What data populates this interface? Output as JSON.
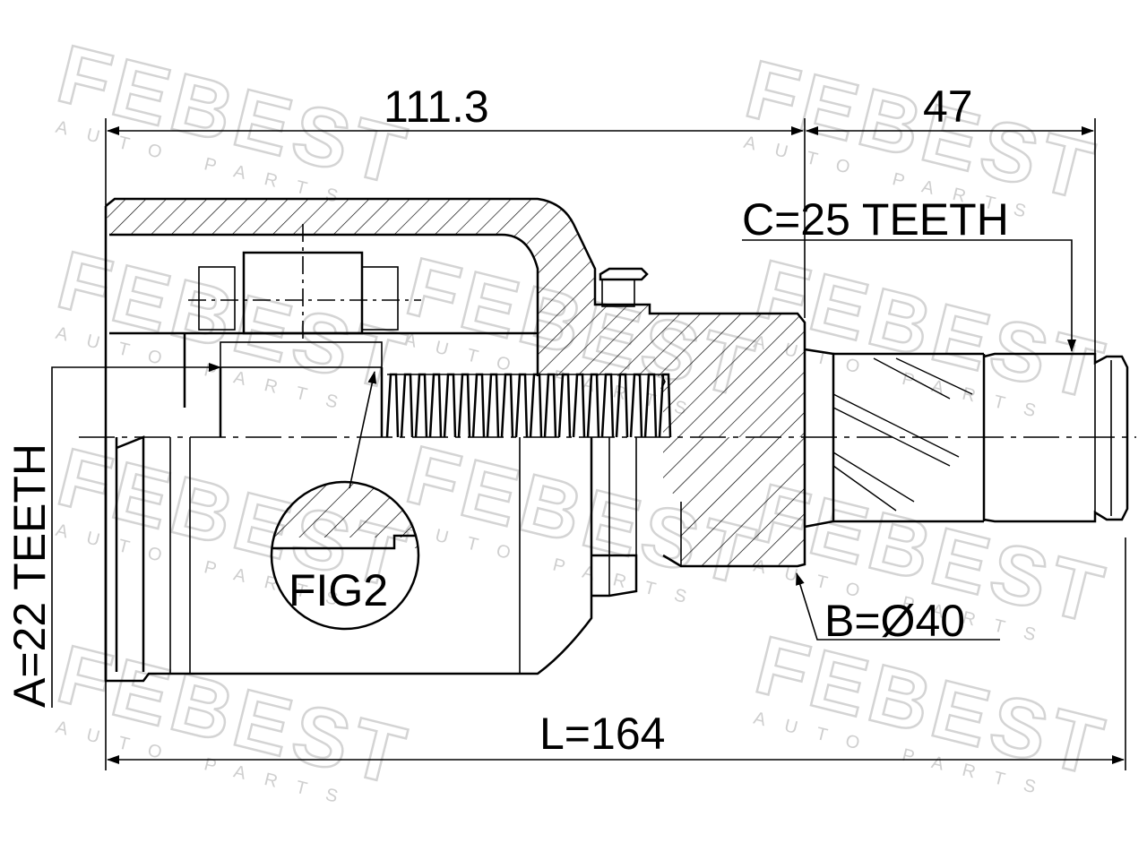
{
  "watermark": {
    "brand": "FEBEST",
    "tagline": "AUTO PARTS"
  },
  "dimensions": {
    "top_left_length": "111.3",
    "top_right_length": "47",
    "overall_length": "L=164",
    "outer_spline": "C=25 TEETH",
    "seal_diameter": "B=Ø40",
    "inner_spline": "A=22 TEETH"
  },
  "detail_label": "FIG2",
  "colors": {
    "line": "#000000",
    "watermark": "#d4d4d4",
    "background": "#ffffff"
  }
}
